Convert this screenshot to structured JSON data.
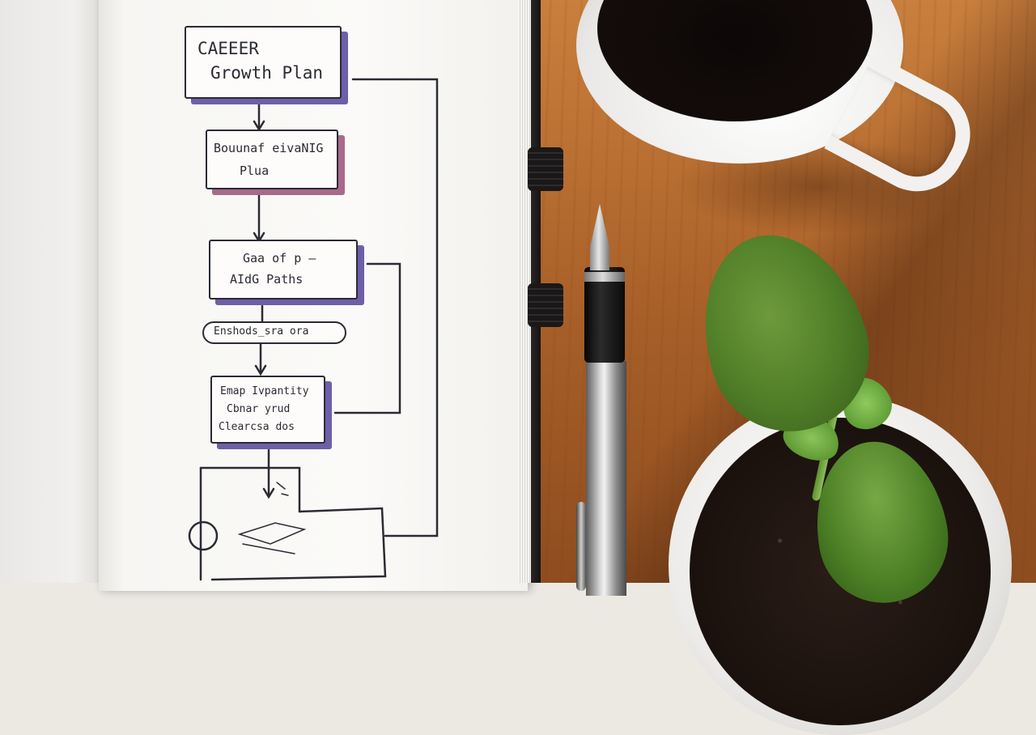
{
  "flowchart": {
    "box1": {
      "line1": "CAEEER",
      "line2": "Growth Plan"
    },
    "box2": {
      "line1": "Bouunaf eivaNIG",
      "line2": "Plua"
    },
    "box3": {
      "line1": "Gaa of p  —",
      "line2": "AIdG Paths"
    },
    "oval": {
      "label": "Enshods_sra  ora"
    },
    "box4": {
      "line1": "Emap Ivpantity",
      "line2": "Cbnar  yrud",
      "line3": "Clearcsa  dos"
    }
  },
  "colors": {
    "ink": "#2b2b33",
    "box_shadow": "#6f5fa8",
    "paper": "#fbfaf8",
    "desk": "#b86e31",
    "leaf": "#4f7d27"
  },
  "objects": [
    "notebook",
    "coffee-cup",
    "fountain-pen",
    "potted-plant"
  ]
}
